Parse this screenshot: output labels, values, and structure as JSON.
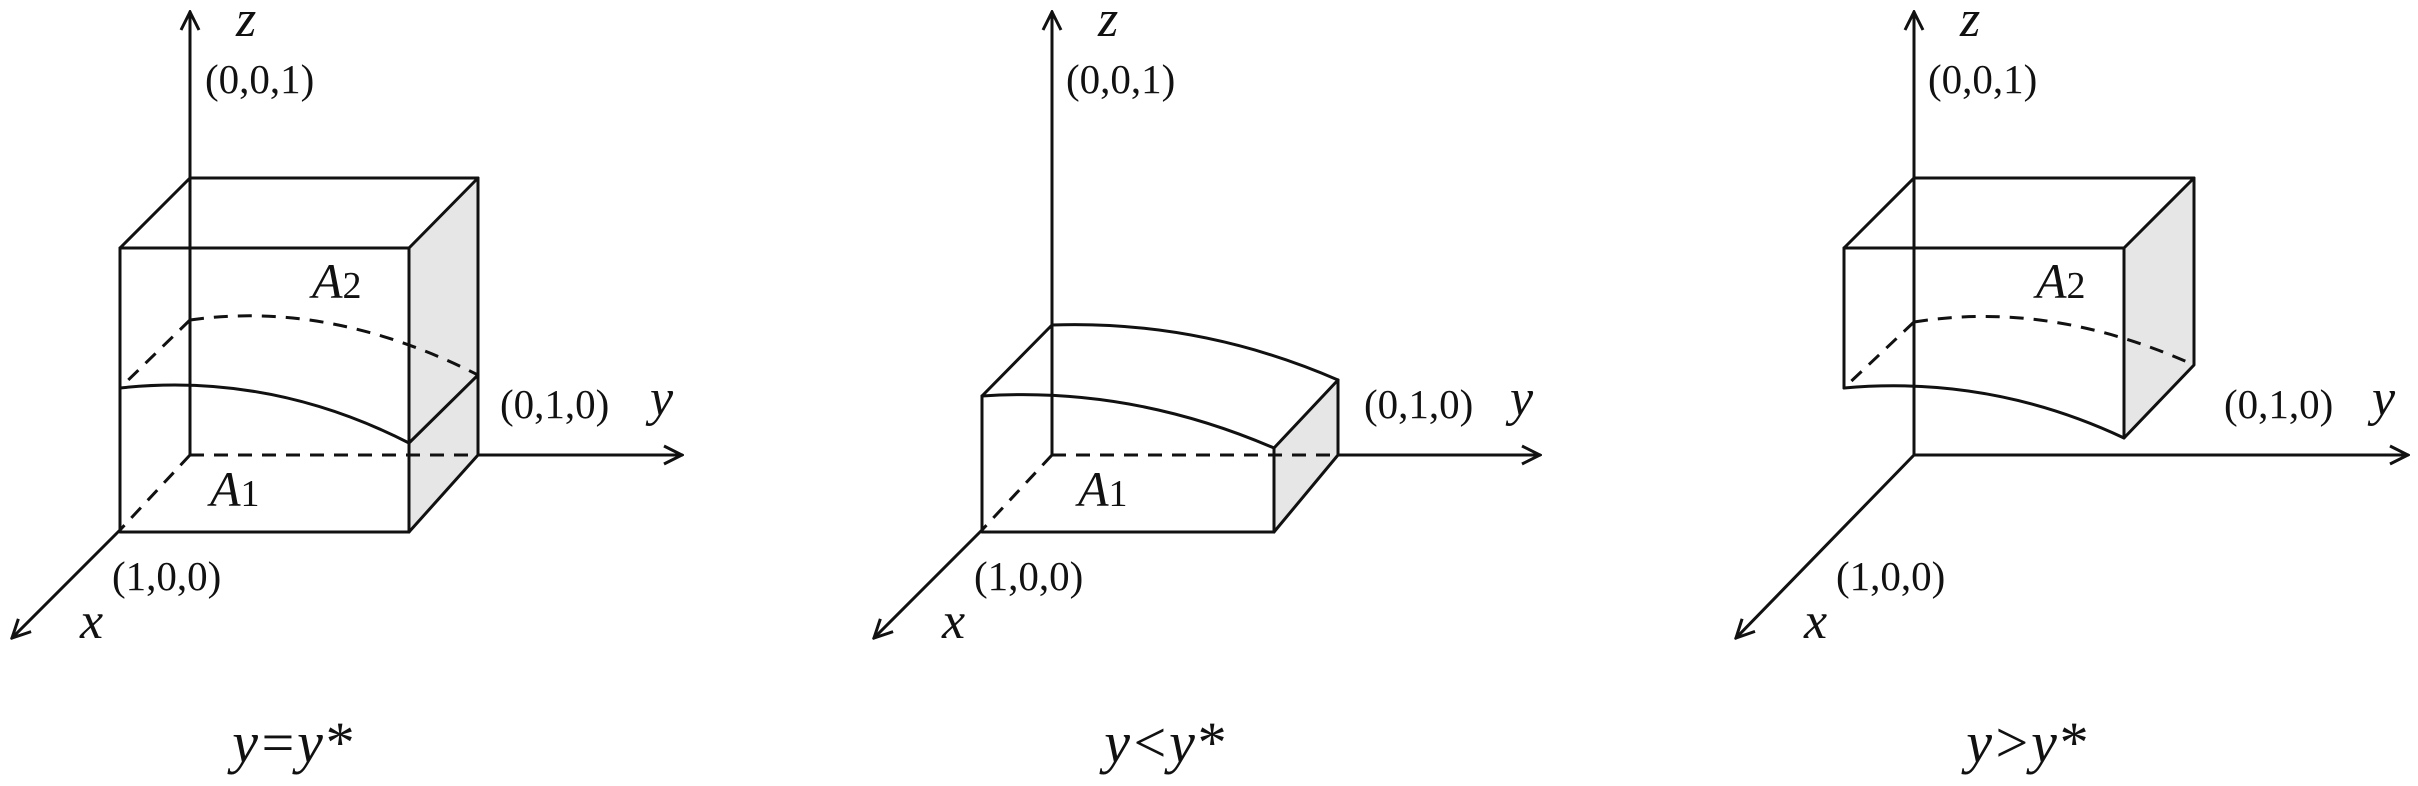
{
  "panels": [
    {
      "z_point": "(0,0,1)",
      "y_point": "(0,1,0)",
      "x_point": "(1,0,0)",
      "x_axis": "x",
      "y_axis": "y",
      "z_axis": "z",
      "region_lower": "A",
      "region_lower_sub": "1",
      "region_upper": "A",
      "region_upper_sub": "2",
      "caption": "y=y*"
    },
    {
      "z_point": "(0,0,1)",
      "y_point": "(0,1,0)",
      "x_point": "(1,0,0)",
      "x_axis": "x",
      "y_axis": "y",
      "z_axis": "z",
      "region_lower": "A",
      "region_lower_sub": "1",
      "caption": "y<y*"
    },
    {
      "z_point": "(0,0,1)",
      "y_point": "(0,1,0)",
      "x_point": "(1,0,0)",
      "x_axis": "x",
      "y_axis": "y",
      "z_axis": "z",
      "region_upper": "A",
      "region_upper_sub": "2",
      "caption": "y>y*"
    }
  ]
}
